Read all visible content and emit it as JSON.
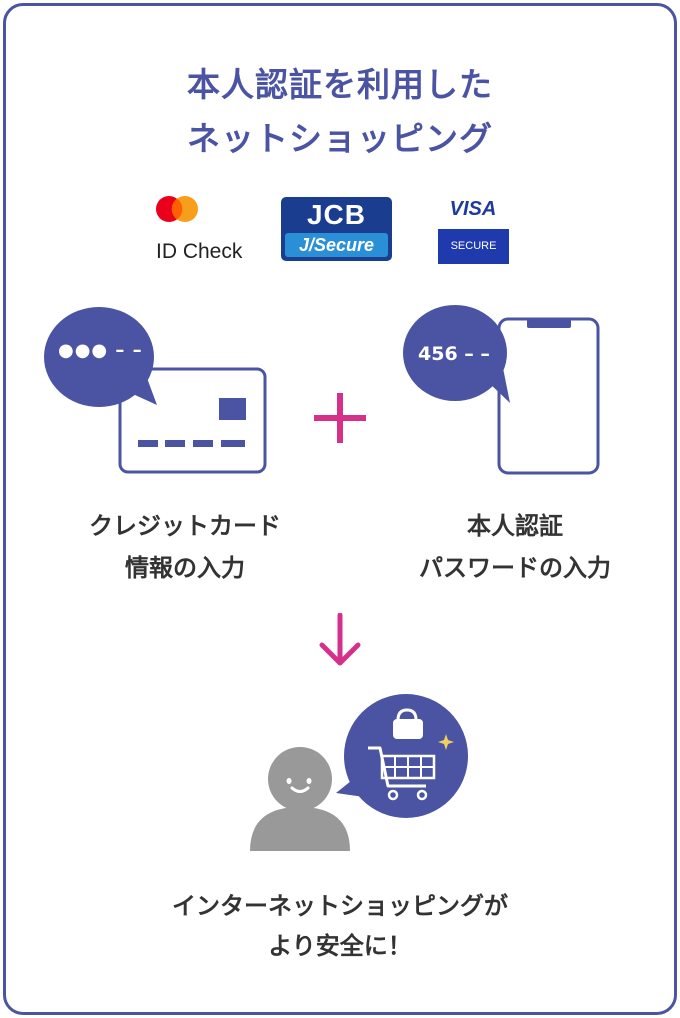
{
  "title": {
    "line1": "本人認証を利用した",
    "line2": "ネットショッピング"
  },
  "logos": {
    "mastercard": "ID Check",
    "jcb_top": "JCB",
    "jcb_bottom": "J/Secure",
    "visa_word": "VISA",
    "visa_secure": "SECURE"
  },
  "card_bubble": {
    "text": "●●● – –"
  },
  "phone_bubble": {
    "text": "456 – –"
  },
  "plus_symbol": "+",
  "left_label": {
    "line1": "クレジットカード",
    "line2": "情報の入力"
  },
  "right_label": {
    "line1": "本人認証",
    "line2": "パスワードの入力"
  },
  "result": {
    "line1": "インターネットショッピングが",
    "line2": "より安全に！"
  },
  "colors": {
    "brand": "#4a54a2",
    "accent": "#d6318a",
    "person": "#999999"
  }
}
